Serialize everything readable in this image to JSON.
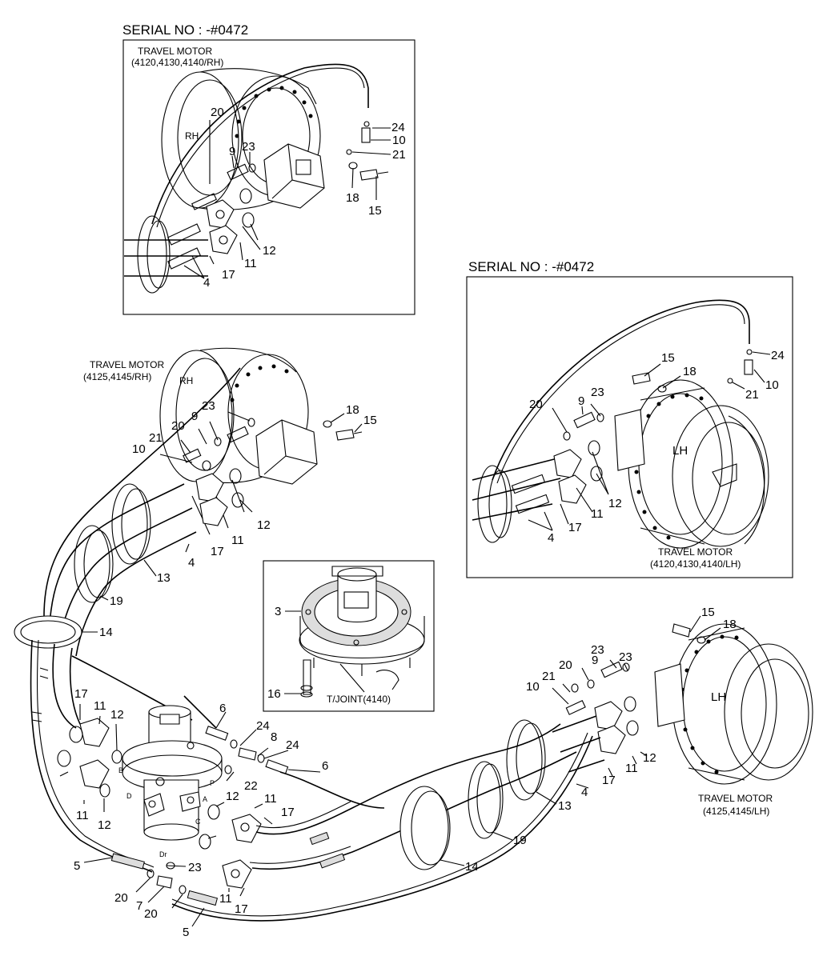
{
  "headers": {
    "serial_top": "SERIAL NO : -#0472",
    "serial_right": "SERIAL NO : -#0472"
  },
  "motors": {
    "rh_early_name": "TRAVEL MOTOR",
    "rh_early_models": "(4120,4130,4140/RH)",
    "rh_late_name": "TRAVEL MOTOR",
    "rh_late_models": "(4125,4145/RH)",
    "lh_early_name": "TRAVEL MOTOR",
    "lh_early_models": "(4120,4130,4140/LH)",
    "lh_late_name": "TRAVEL MOTOR",
    "lh_late_models": "(4125,4145/LH)",
    "rh_mark": "RH",
    "lh_mark": "LH"
  },
  "inset": {
    "tjoint_label": "T/JOINT(4140)"
  },
  "port_letters": [
    "A",
    "B",
    "C",
    "D",
    "P",
    "Dr"
  ],
  "part_numbers": {
    "n3": "3",
    "n4": "4",
    "n5": "5",
    "n6": "6",
    "n7": "7",
    "n8": "8",
    "n9": "9",
    "n10": "10",
    "n11": "11",
    "n12": "12",
    "n13": "13",
    "n14": "14",
    "n15": "15",
    "n16": "16",
    "n17": "17",
    "n18": "18",
    "n19": "19",
    "n20": "20",
    "n21": "21",
    "n22": "22",
    "n23": "23",
    "n24": "24"
  }
}
